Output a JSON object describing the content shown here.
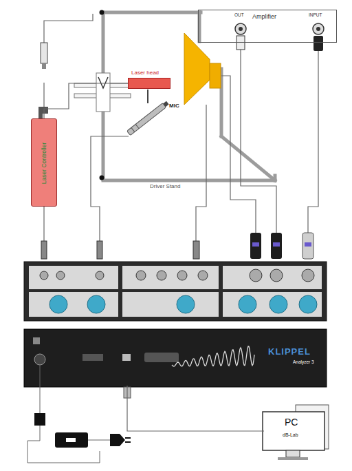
{
  "diagram": {
    "nodes": [
      {
        "text": [
          "Amplifier",
          "OUT",
          "INPUT"
        ]
      },
      {
        "text": [
          "Laser head"
        ]
      },
      {
        "text": [
          "Laser Controller"
        ]
      },
      {
        "text": [
          "KLIPPEL",
          "Analyzer 3"
        ]
      },
      {
        "text": [
          "PC",
          "dB-Lab"
        ]
      }
    ],
    "edges": [
      {
        "from": 1,
        "to": 2,
        "arrow": "none"
      },
      {
        "from": 3,
        "to": 4,
        "arrow": "none"
      }
    ],
    "labels": [
      "MIC",
      "Driver Stand"
    ]
  }
}
